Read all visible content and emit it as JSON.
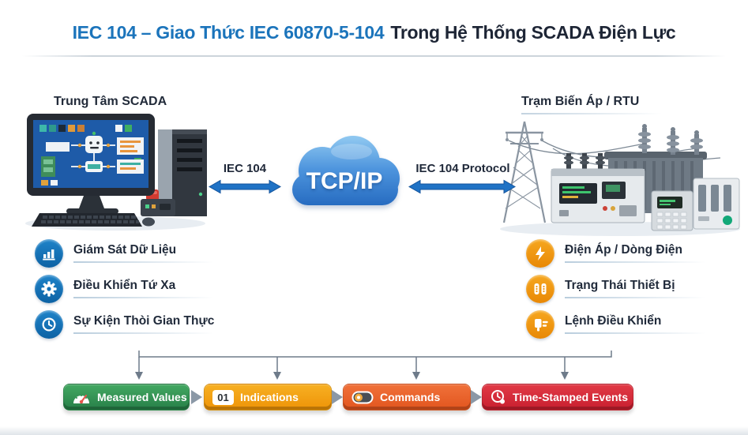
{
  "page": {
    "title_highlight": "IEC 104 – Giao Thức IEC 60870-5-104",
    "title_rest": "Trong Hệ Thống SCADA Điện Lực"
  },
  "scada_center": {
    "heading": "Trung Tâm SCADA",
    "features": [
      {
        "icon": "bar-chart-icon",
        "label": "Giám Sát Dữ Liệu"
      },
      {
        "icon": "gear-icon",
        "label": "Điều Khiển Tứ Xa"
      },
      {
        "icon": "clock-icon",
        "label": "Sự Kiện Thòi Gian Thực"
      }
    ]
  },
  "substation": {
    "heading": "Trạm Biến Áp / RTU",
    "features": [
      {
        "icon": "lightning-icon",
        "label": "Điện Áp / Dòng Điện"
      },
      {
        "icon": "device-status-icon",
        "label": "Trạng Thái Thiết Bị"
      },
      {
        "icon": "plug-icon",
        "label": "Lệnh Điều Khiển"
      }
    ]
  },
  "network": {
    "cloud_label": "TCP/IP",
    "left_link_label": "IEC 104",
    "right_link_label": "IEC 104 Protocol"
  },
  "data_types": [
    {
      "icon": "gauge-icon",
      "label": "Measured Values",
      "color": "#2f8f4e"
    },
    {
      "icon": "binary-badge-icon",
      "icon_text": "01",
      "label": "Indications",
      "color": "#f2a11b"
    },
    {
      "icon": "toggle-icon",
      "label": "Commands",
      "color": "#ec6426"
    },
    {
      "icon": "stamped-clock-icon",
      "label": "Time-Stamped Events",
      "color": "#d42b3a"
    }
  ],
  "colors": {
    "title_accent": "#1b74bb",
    "title_dark": "#1d2535",
    "scada_icon_circle": "#1170b8",
    "substation_icon_circle": "#f0930d",
    "link_arrow_blue": "#1f72c5",
    "cloud_blue_top": "#8ec7f0",
    "cloud_blue_bottom": "#2368be",
    "connector_gray": "#6e7b8a"
  }
}
